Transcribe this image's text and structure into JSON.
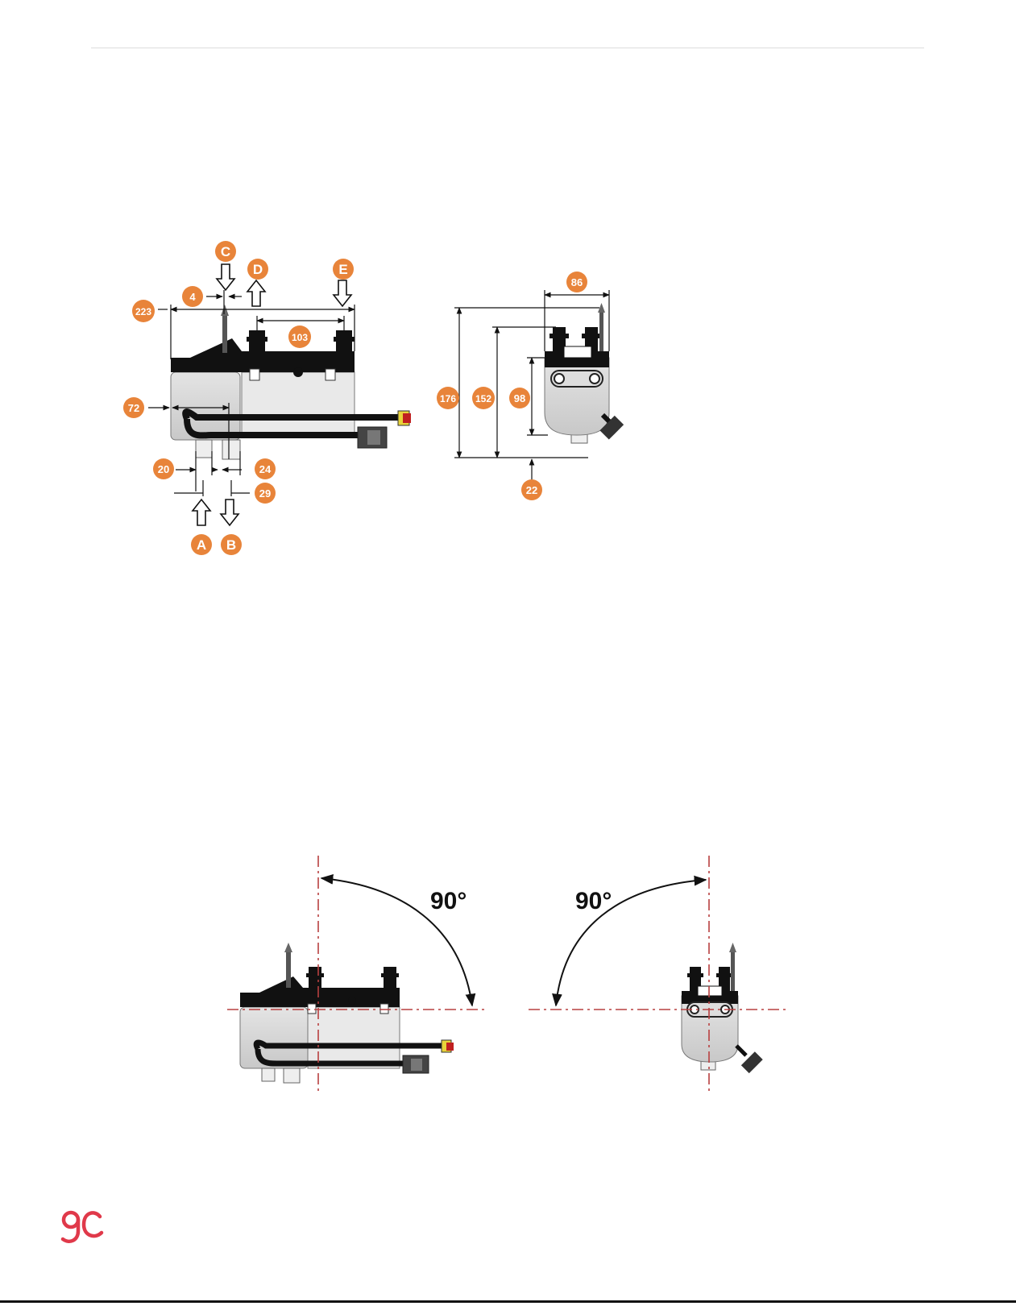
{
  "colors": {
    "badge": "#e8843a",
    "axis": "#b84040",
    "logo": "#e0394a",
    "body_black": "#111111",
    "body_grey": "#d9d9d9"
  },
  "dimensions_side": {
    "length_overall": "223",
    "pipe_offset": "4",
    "port_spacing": "103",
    "inlet_depth": "72",
    "port_a": "20",
    "port_gap": "24",
    "port_b": "29"
  },
  "dimensions_front": {
    "width": "86",
    "height_total": "176",
    "height_ports": "152",
    "height_body": "98",
    "bottom_offset": "22"
  },
  "flow_ports": {
    "a": "A",
    "b": "B",
    "c": "C",
    "d": "D",
    "e": "E"
  },
  "tilt": {
    "side_angle": "90°",
    "front_angle": "90°"
  },
  "logo": {
    "text": "gc",
    "icon": "gc-logo-icon"
  }
}
